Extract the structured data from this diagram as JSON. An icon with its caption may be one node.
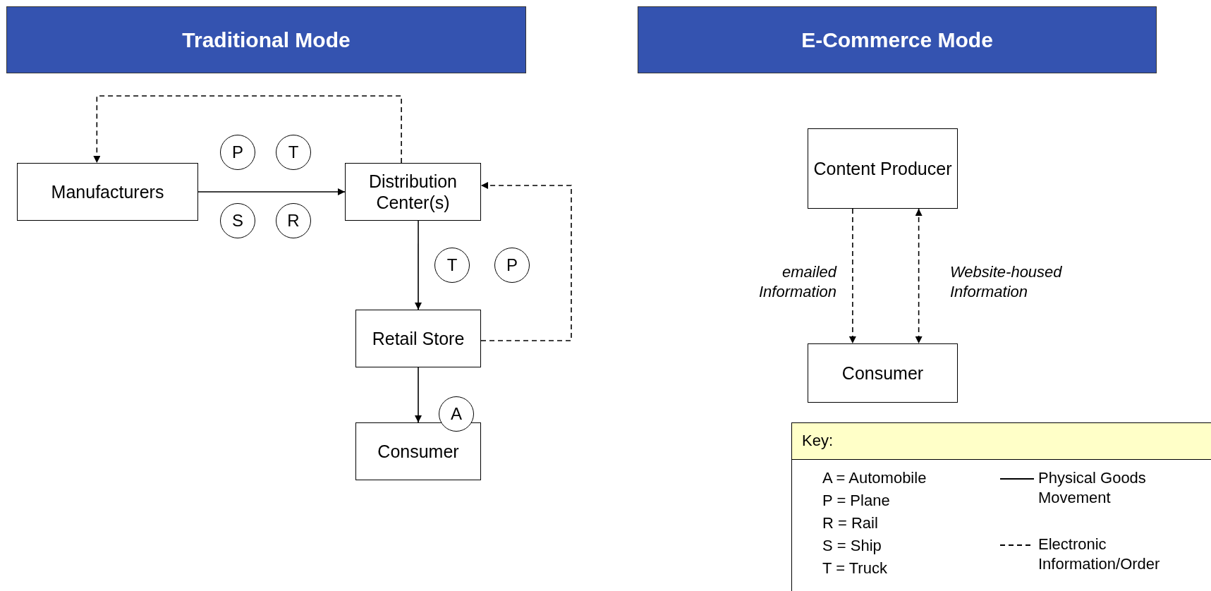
{
  "diagram": {
    "nodes": [
      {
        "text": [
          "Traditional Mode"
        ]
      },
      {
        "text": [
          "E-Commerce Mode"
        ]
      },
      {
        "text": [
          "Manufacturers"
        ]
      },
      {
        "text": [
          "Distribution Center(s)"
        ]
      },
      {
        "text": [
          "P"
        ]
      },
      {
        "text": [
          "T"
        ]
      },
      {
        "text": [
          "S"
        ]
      },
      {
        "text": [
          "R"
        ]
      },
      {
        "text": [
          "T"
        ]
      },
      {
        "text": [
          "P"
        ]
      },
      {
        "text": [
          "Retail Store"
        ]
      },
      {
        "text": [
          "A"
        ]
      },
      {
        "text": [
          "Consumer"
        ]
      },
      {
        "text": [
          "Content Producer"
        ]
      },
      {
        "text": [
          "Consumer"
        ]
      }
    ],
    "edges": [
      {
        "from": 2,
        "to": 3,
        "arrow": "to"
      },
      {
        "from": 3,
        "to": 2,
        "arrow": "to",
        "style": "dashed"
      },
      {
        "from": 3,
        "to": 10,
        "arrow": "to"
      },
      {
        "from": 10,
        "to": 3,
        "arrow": "to",
        "style": "dashed"
      },
      {
        "from": 10,
        "to": 12,
        "arrow": "to"
      },
      {
        "from": 13,
        "to": 14,
        "arrow": "to",
        "style": "dashed",
        "label": "emailed Information"
      },
      {
        "from": 13,
        "to": 14,
        "arrow": "both",
        "style": "dashed",
        "label": "Website-housed Information"
      }
    ],
    "labels": [
      "Key:",
      "A = Automobile",
      "P = Plane",
      "R = Rail",
      "S = Ship",
      "T = Truck"
    ],
    "legend": [
      {
        "text": "Physical Goods Movement"
      },
      {
        "text": "Electronic Information/Order"
      }
    ]
  }
}
